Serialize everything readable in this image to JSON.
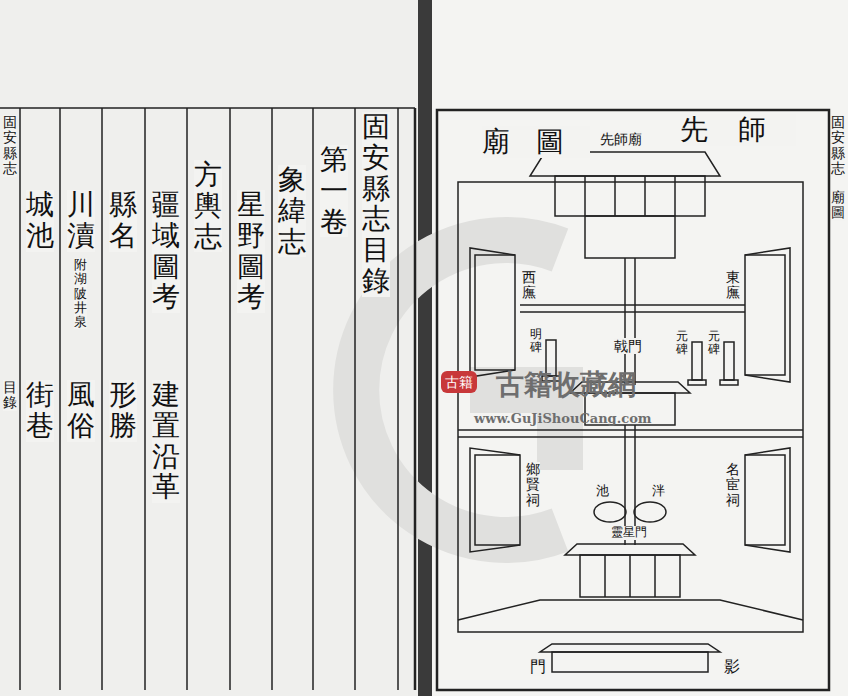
{
  "diagram": {
    "labels": [
      "固安縣志",
      "目錄",
      "固安縣志目錄",
      "第一卷",
      "象緯志",
      "星野圖考",
      "方輿志",
      "疆域圖考",
      "縣名",
      "川瀆",
      "附湖陂井泉",
      "城池",
      "建置沿革",
      "形勝",
      "風俗",
      "街巷",
      "固安縣志",
      "廟圖",
      "先師",
      "廟圖",
      "先師廟",
      "東廡",
      "西廡",
      "元碑",
      "元碑",
      "明碑",
      "戟門",
      "名宦祠",
      "鄉賢祠",
      "泮",
      "池",
      "靈星門",
      "影",
      "門",
      "古籍",
      "古籍收藏網",
      "www.GuJiShouCang.com"
    ]
  }
}
